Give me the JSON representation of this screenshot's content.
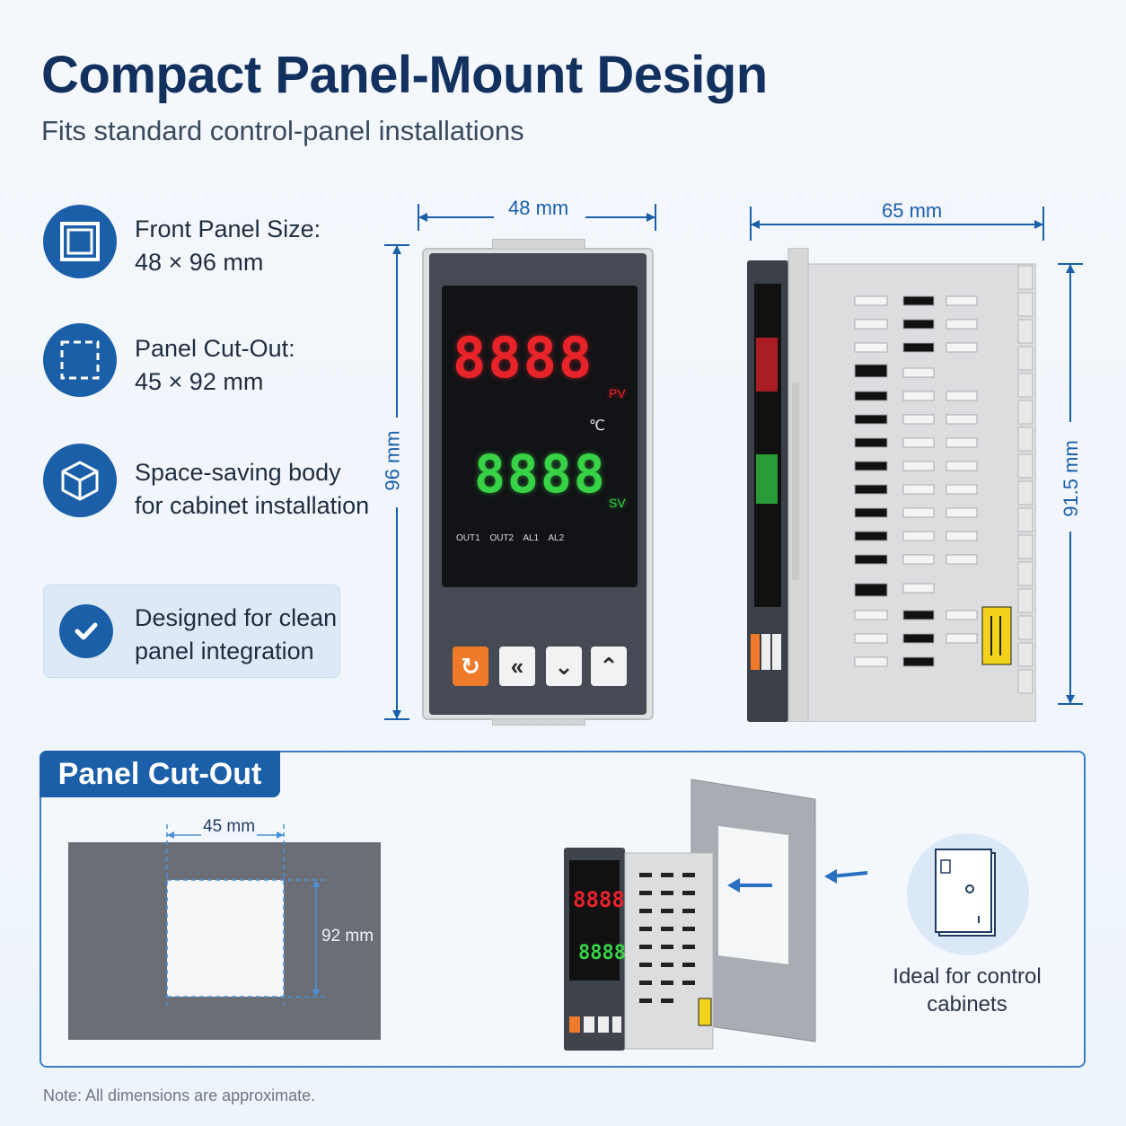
{
  "header": {
    "title": "Compact Panel-Mount Design",
    "subtitle": "Fits standard control-panel installations"
  },
  "features": [
    {
      "icon": "square-outline-icon",
      "line1": "Front Panel Size:",
      "line2": "48 × 96 mm"
    },
    {
      "icon": "dashed-square-icon",
      "line1": "Panel Cut-Out:",
      "line2": "45 × 92 mm"
    },
    {
      "icon": "box-3d-icon",
      "line1": "Space-saving body",
      "line2": "for cabinet installation"
    },
    {
      "icon": "checkmark-icon",
      "line1": "Designed for clean",
      "line2": "panel integration"
    }
  ],
  "dimensions": {
    "front_width": "48 mm",
    "front_height": "96 mm",
    "side_depth": "65 mm",
    "side_height": "91.5 mm",
    "cutout_width": "45 mm",
    "cutout_height": "92 mm"
  },
  "device": {
    "pv_display": "8888",
    "pv_label": "PV",
    "unit": "℃",
    "sv_display": "8888",
    "sv_label": "SV",
    "indicators": [
      "OUT1",
      "OUT2",
      "AL1",
      "AL2"
    ],
    "keys": [
      {
        "icon": "refresh-icon",
        "glyph": "↻"
      },
      {
        "icon": "double-chevron-left-icon",
        "glyph": "«"
      },
      {
        "icon": "double-chevron-down-icon",
        "glyph": "⌄"
      },
      {
        "icon": "double-chevron-up-icon",
        "glyph": "⌃"
      }
    ]
  },
  "cutout_section": {
    "heading": "Panel Cut-Out",
    "cabinet_caption_line1": "Ideal for control",
    "cabinet_caption_line2": "cabinets"
  },
  "footer": {
    "note": "Note: All dimensions are approximate."
  },
  "colors": {
    "brand_blue": "#1a5fa8",
    "title_navy": "#12315e",
    "pv_red": "#e8232a",
    "sv_green": "#37d246",
    "key_orange": "#ee7a2a"
  }
}
